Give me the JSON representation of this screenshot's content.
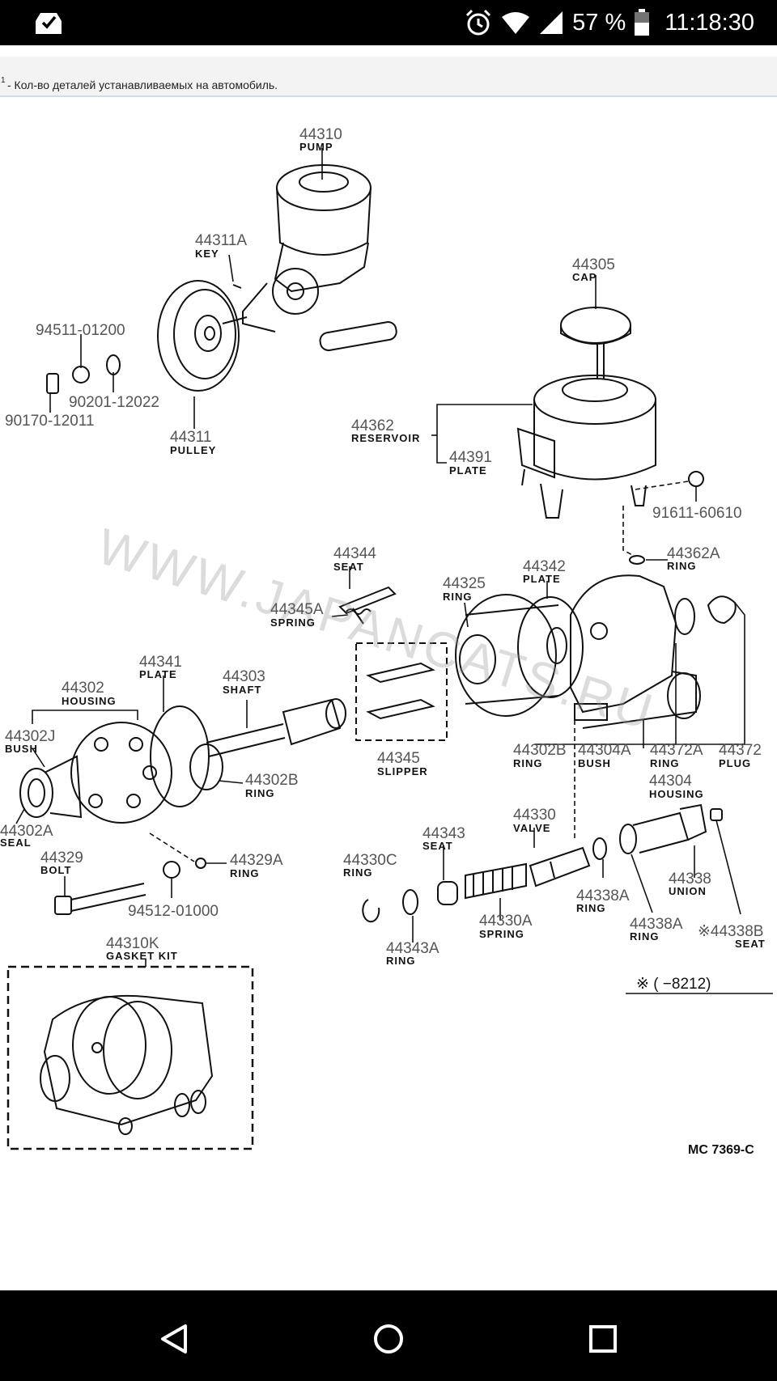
{
  "status_bar": {
    "battery": "57 %",
    "time": "11:18:30",
    "icons": [
      "notification-icon",
      "alarm-icon",
      "wifi-icon",
      "signal-icon",
      "battery-icon"
    ]
  },
  "note": {
    "superscript": "1",
    "text": " - Кол-во деталей устанавливаемых на автомобиль."
  },
  "diagram": {
    "watermark": "WWW.JAPANCATS.RU",
    "drawing_code": "MC 7369-C",
    "date_note": "※ (      −8212)",
    "parts": [
      {
        "id": "p44310",
        "number": "44310",
        "name": "PUMP"
      },
      {
        "id": "p44311A",
        "number": "44311A",
        "name": "KEY"
      },
      {
        "id": "p94511",
        "number": "94511-01200",
        "name": ""
      },
      {
        "id": "p90201",
        "number": "90201-12022",
        "name": ""
      },
      {
        "id": "p90170",
        "number": "90170-12011",
        "name": ""
      },
      {
        "id": "p44311",
        "number": "44311",
        "name": "PULLEY"
      },
      {
        "id": "p44305",
        "number": "44305",
        "name": "CAP"
      },
      {
        "id": "p44362",
        "number": "44362",
        "name": "RESERVOIR"
      },
      {
        "id": "p44391",
        "number": "44391",
        "name": "PLATE"
      },
      {
        "id": "p91611",
        "number": "91611-60610",
        "name": ""
      },
      {
        "id": "p44362A",
        "number": "44362A",
        "name": "RING"
      },
      {
        "id": "p44344",
        "number": "44344",
        "name": "SEAT"
      },
      {
        "id": "p44342",
        "number": "44342",
        "name": "PLATE"
      },
      {
        "id": "p44325",
        "number": "44325",
        "name": "RING"
      },
      {
        "id": "p44345A",
        "number": "44345A",
        "name": "SPRING"
      },
      {
        "id": "p44341",
        "number": "44341",
        "name": "PLATE"
      },
      {
        "id": "p44303",
        "number": "44303",
        "name": "SHAFT"
      },
      {
        "id": "p44302",
        "number": "44302",
        "name": "HOUSING"
      },
      {
        "id": "p44302J",
        "number": "44302J",
        "name": "BUSH"
      },
      {
        "id": "p44345",
        "number": "44345",
        "name": "SLIPPER"
      },
      {
        "id": "p44302B_top",
        "number": "44302B",
        "name": "RING"
      },
      {
        "id": "p44304A",
        "number": "44304A",
        "name": "BUSH"
      },
      {
        "id": "p44372A",
        "number": "44372A",
        "name": "RING"
      },
      {
        "id": "p44372",
        "number": "44372",
        "name": "PLUG"
      },
      {
        "id": "p44304",
        "number": "44304",
        "name": "HOUSING"
      },
      {
        "id": "p44302B",
        "number": "44302B",
        "name": "RING"
      },
      {
        "id": "p44302A",
        "number": "44302A",
        "name": "SEAL"
      },
      {
        "id": "p44329",
        "number": "44329",
        "name": "BOLT"
      },
      {
        "id": "p44329A",
        "number": "44329A",
        "name": "RING"
      },
      {
        "id": "p94512",
        "number": "94512-01000",
        "name": ""
      },
      {
        "id": "p44330C",
        "number": "44330C",
        "name": "RING"
      },
      {
        "id": "p44343",
        "number": "44343",
        "name": "SEAT"
      },
      {
        "id": "p44330",
        "number": "44330",
        "name": "VALVE"
      },
      {
        "id": "p44330A",
        "number": "44330A",
        "name": "SPRING"
      },
      {
        "id": "p44343A",
        "number": "44343A",
        "name": "RING"
      },
      {
        "id": "p44338A_1",
        "number": "44338A",
        "name": "RING"
      },
      {
        "id": "p44338",
        "number": "44338",
        "name": "UNION"
      },
      {
        "id": "p44338A_2",
        "number": "44338A",
        "name": "RING"
      },
      {
        "id": "p44338B",
        "number": "※44338B",
        "name": "SEAT"
      },
      {
        "id": "p44310K",
        "number": "44310K",
        "name": "GASKET KIT"
      }
    ]
  },
  "nav_bar": {
    "buttons": [
      "back-icon",
      "home-icon",
      "recents-icon"
    ]
  }
}
